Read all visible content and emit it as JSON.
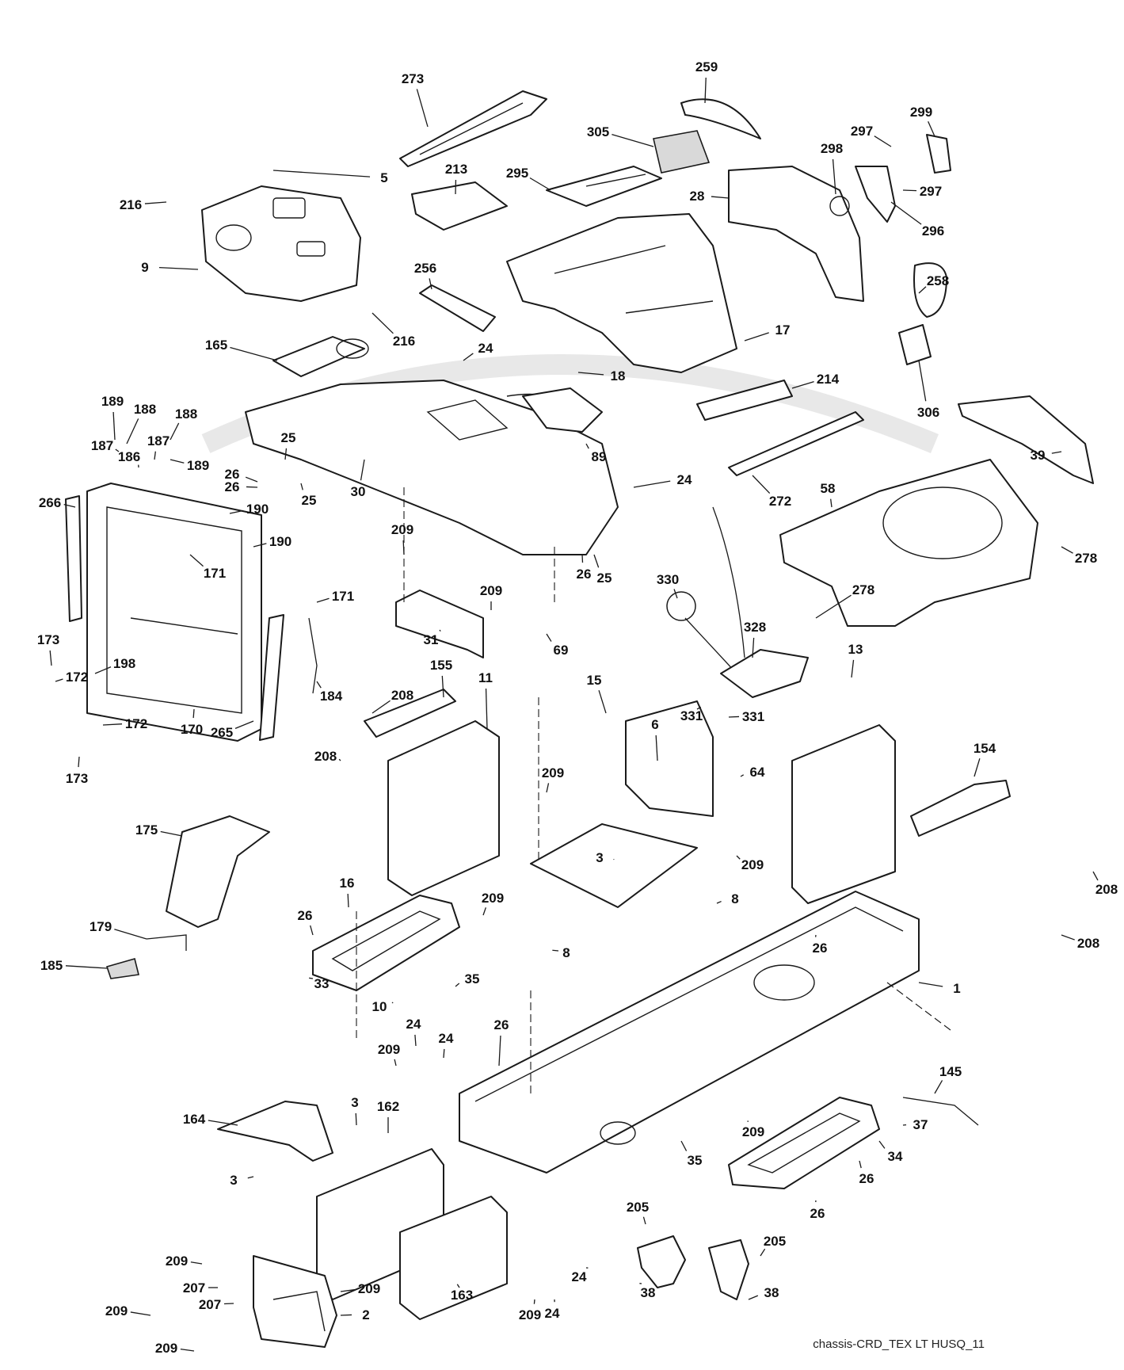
{
  "footer": {
    "caption": "chassis-CRD_TEX LT HUSQ_11"
  },
  "callouts": [
    "273",
    "259",
    "305",
    "299",
    "297",
    "297",
    "298",
    "296",
    "28",
    "295",
    "213",
    "5",
    "216",
    "216",
    "9",
    "256",
    "258",
    "17",
    "18",
    "306",
    "214",
    "165",
    "24",
    "189",
    "188",
    "188",
    "187",
    "187",
    "186",
    "189",
    "25",
    "26",
    "26",
    "25",
    "30",
    "89",
    "24",
    "26",
    "25",
    "266",
    "190",
    "190",
    "171",
    "171",
    "209",
    "209",
    "31",
    "69",
    "330",
    "328",
    "39",
    "58",
    "278",
    "278",
    "272",
    "173",
    "198",
    "172",
    "170",
    "265",
    "184",
    "173",
    "172",
    "208",
    "155",
    "11",
    "15",
    "331",
    "331",
    "64",
    "13",
    "154",
    "208",
    "208",
    "208",
    "175",
    "209",
    "209",
    "6",
    "3",
    "8",
    "8",
    "16",
    "26",
    "26",
    "209",
    "35",
    "33",
    "10",
    "179",
    "185",
    "1",
    "24",
    "24",
    "209",
    "26",
    "145",
    "3",
    "162",
    "164",
    "3",
    "209",
    "35",
    "34",
    "37",
    "26",
    "26",
    "205",
    "205",
    "38",
    "38",
    "163",
    "209",
    "24",
    "24",
    "209",
    "207",
    "207",
    "209",
    "209",
    "209",
    "2"
  ]
}
